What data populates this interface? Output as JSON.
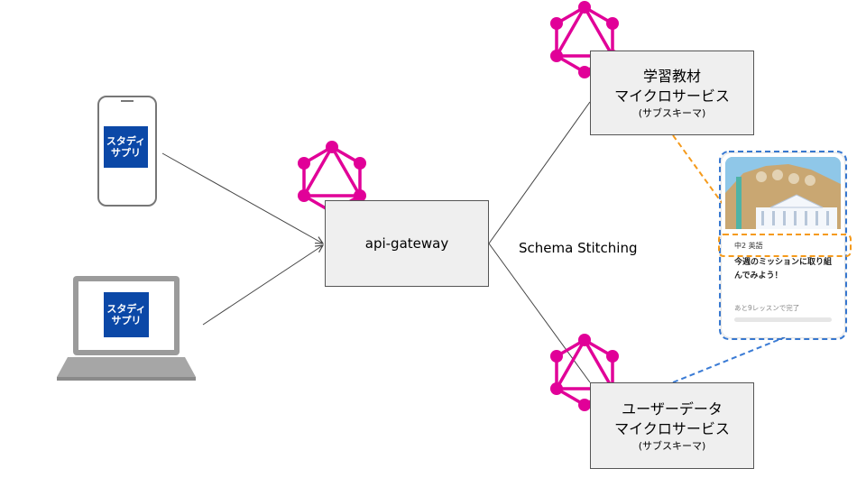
{
  "gateway": {
    "label": "api-gateway"
  },
  "edge_label": "Schema Stitching",
  "services": [
    {
      "line1": "学習教材",
      "line2": "マイクロサービス",
      "sub": "(サブスキーマ)"
    },
    {
      "line1": "ユーザーデータ",
      "line2": "マイクロサービス",
      "sub": "(サブスキーマ)"
    }
  ],
  "clients": [
    {
      "type": "smartphone",
      "brand_line1": "スタディ",
      "brand_line2": "サプリ"
    },
    {
      "type": "laptop",
      "brand_line1": "スタディ",
      "brand_line2": "サプリ"
    }
  ],
  "card": {
    "meta": "中2 英語",
    "title": "今週のミッションに取り組んでみよう！",
    "progress": "あと9レッスンで完了"
  },
  "colors": {
    "graphql": "#e10098",
    "brand": "#0b48a7",
    "orange": "#f59a1b",
    "blue": "#3a7bd5"
  }
}
